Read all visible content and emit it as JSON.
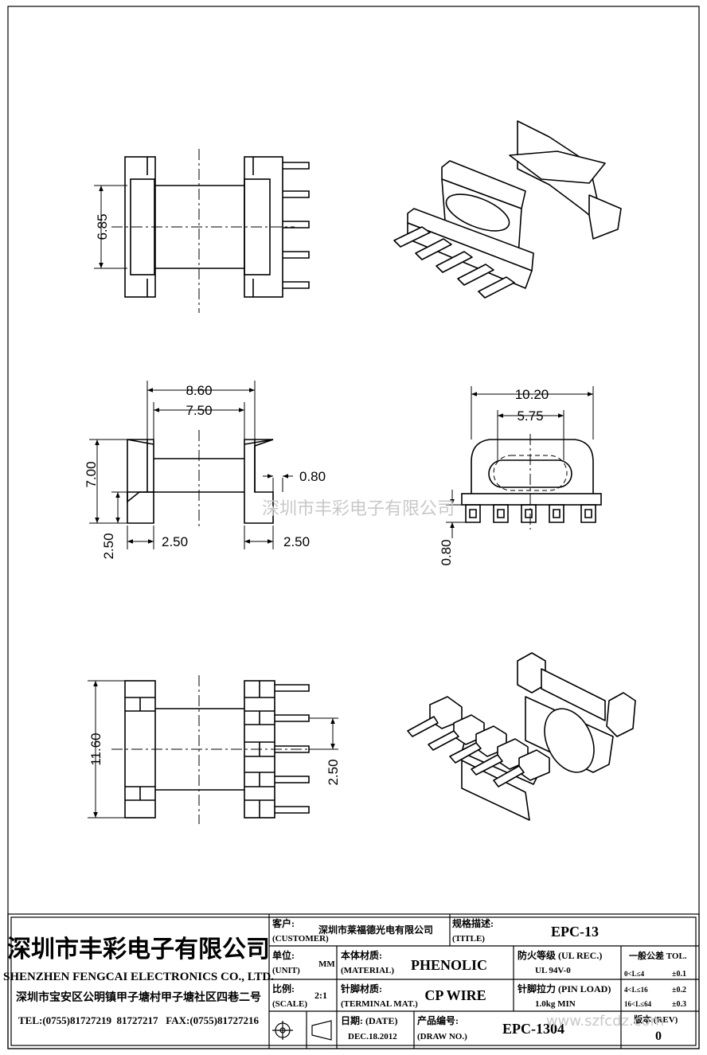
{
  "dimensions": {
    "top_view_height": "6.85",
    "front_total_width": "8.60",
    "front_inner_width": "7.50",
    "front_height": "7.00",
    "front_flange": "0.80",
    "front_foot_height": "2.50",
    "front_foot_left": "2.50",
    "front_foot_right": "2.50",
    "side_total_width": "10.20",
    "side_slot_width": "5.75",
    "side_pin_height": "0.80",
    "bottom_total_length": "11.60",
    "bottom_pin_pitch": "2.50"
  },
  "watermark": {
    "center_text": "深圳市丰彩电子有限公司",
    "corner_text": "www.szfcdz.com"
  },
  "title_block": {
    "company_cn": "深圳市丰彩电子有限公司",
    "company_en": "SHENZHEN FENGCAI ELECTRONICS CO., LTD.",
    "address": "深圳市宝安区公明镇甲子塘村甲子塘社区四巷二号",
    "contact": "TEL:(0755)81727219  81727217   FAX:(0755)81727216",
    "customer_label_cn": "客户:",
    "customer_label_en": "(CUSTOMER)",
    "customer_value": "深圳市莱福德光电有限公司",
    "title_label_cn": "规格描述:",
    "title_label_en": "(TITLE)",
    "title_value": "EPC-13",
    "unit_label_cn": "单位:",
    "unit_label_en": "(UNIT)",
    "unit_value": "MM",
    "material_label_cn": "本体材质:",
    "material_label_en": "(MATERIAL)",
    "material_value": "PHENOLIC",
    "ul_label": "防火等级 (UL REC.)",
    "ul_value": "UL 94V-0",
    "tol_label": "一般公差 TOL.",
    "tol_rows": [
      {
        "range": "0<L≤4",
        "value": "±0.1"
      },
      {
        "range": "4<L≤16",
        "value": "±0.2"
      },
      {
        "range": "16<L≤64",
        "value": "±0.3"
      }
    ],
    "scale_label_cn": "比例:",
    "scale_label_en": "(SCALE)",
    "scale_value": "2:1",
    "terminal_label_cn": "针脚材质:",
    "terminal_label_en": "(TERMINAL MAT.)",
    "terminal_value": "CP WIRE",
    "pin_load_label": "针脚拉力 (PIN LOAD)",
    "pin_load_value": "1.0kg MIN",
    "date_label": "日期: (DATE)",
    "date_value": "DEC.18.2012",
    "draw_label_cn": "产品编号:",
    "draw_label_en": "(DRAW NO.)",
    "draw_value": "EPC-1304",
    "rev_label": "版本 (REV)",
    "rev_value": "0"
  }
}
